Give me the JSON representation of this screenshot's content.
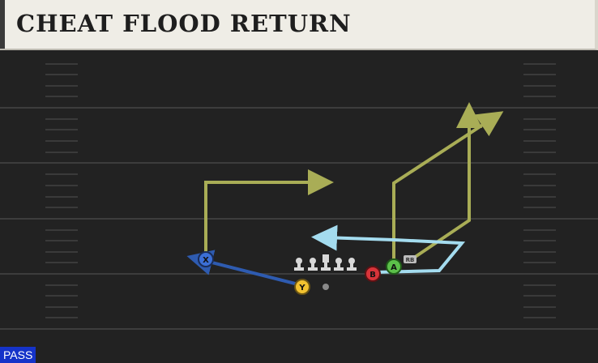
{
  "play": {
    "title": "CHEAT FLOOD RETURN",
    "mode_badge": "PASS"
  },
  "players": {
    "x": {
      "label": "X",
      "color": "#3b6fd6"
    },
    "y": {
      "label": "Y",
      "color": "#f2c230"
    },
    "a": {
      "label": "A",
      "color": "#5cc04a"
    },
    "b": {
      "label": "B",
      "color": "#d8343a"
    },
    "rb": {
      "label": "RB"
    }
  },
  "colors": {
    "route_primary": "#a9ad56",
    "route_block": "#2e5bb0",
    "route_check": "#a4dcef",
    "field": "#222222",
    "yard_line": "#3d3d3d"
  },
  "icons": {
    "offensive_lineman": "lineman-icon",
    "center": "center-icon",
    "quarterback": "qb-dot-icon"
  }
}
